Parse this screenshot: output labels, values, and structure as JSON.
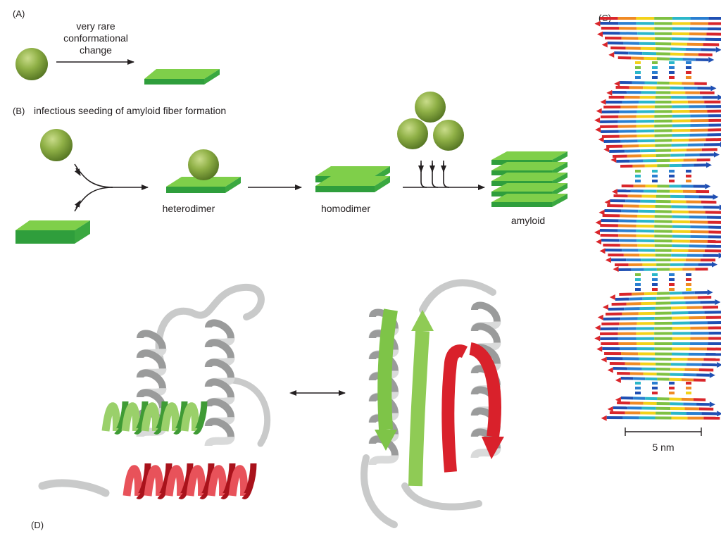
{
  "panels": {
    "a": {
      "label": "(A)",
      "arrow_text": [
        "very rare",
        "conformational",
        "change"
      ]
    },
    "b": {
      "label": "(B)",
      "title": "infectious seeding of amyloid fiber formation",
      "heterodimer": "heterodimer",
      "homodimer": "homodimer",
      "amyloid": "amyloid"
    },
    "c": {
      "label": "(C)",
      "scale_bar": "5 nm"
    },
    "d": {
      "label": "(D)"
    }
  },
  "colors": {
    "sphere": "#86a83c",
    "sheet_top": "#7fcf4a",
    "sheet_side": "#2f9e3c",
    "helix_gray": "#c9caca",
    "helix_green": "#7ec448",
    "helix_red": "#d9212b",
    "fiber_palette": [
      "#d9262b",
      "#f08a24",
      "#f3d21a",
      "#7fc143",
      "#2bb7c9",
      "#2a7fd1",
      "#1f4fb3"
    ]
  }
}
